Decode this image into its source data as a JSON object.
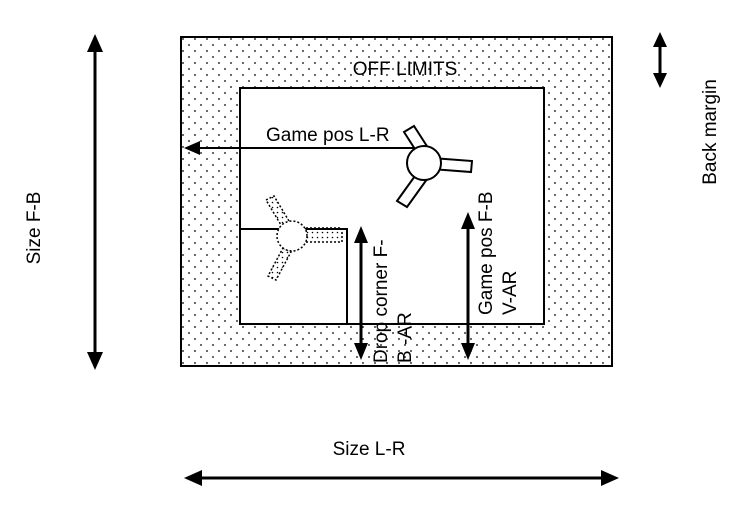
{
  "labels": {
    "off_limits": "OFF LIMITS",
    "size_fb": "Size F-B",
    "size_lr": "Size L-R",
    "back_margin": "Back margin",
    "game_pos_lr": "Game pos L-R",
    "game_pos_fb_line1": "Game pos F-B",
    "game_pos_fb_line2": "V-AR",
    "drop_corner_line1": "Drop corner F-",
    "drop_corner_line2": "B -AR"
  },
  "colors": {
    "stroke": "#000000",
    "background": "#ffffff",
    "dots": "#000000"
  }
}
